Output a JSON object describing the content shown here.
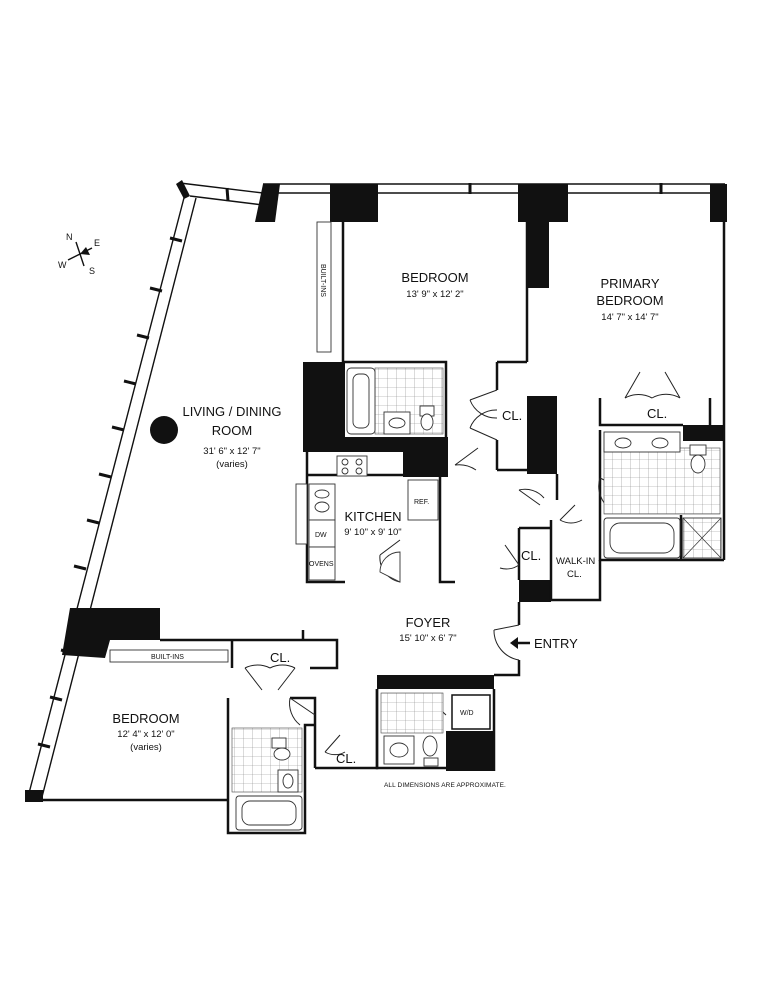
{
  "compass": {
    "n": "N",
    "e": "E",
    "s": "S",
    "w": "W"
  },
  "rooms": {
    "living": {
      "name1": "LIVING / DINING",
      "name2": "ROOM",
      "dims": "31' 6\" x 12' 7\"",
      "note": "(varies)"
    },
    "bedroom_top": {
      "name": "BEDROOM",
      "dims": "13' 9\" x 12' 2\""
    },
    "primary": {
      "name1": "PRIMARY",
      "name2": "BEDROOM",
      "dims": "14' 7\" x 14' 7\""
    },
    "kitchen": {
      "name": "KITCHEN",
      "dims": "9' 10\" x 9' 10\""
    },
    "foyer": {
      "name": "FOYER",
      "dims": "15' 10\" x 6' 7\""
    },
    "bedroom_bottom": {
      "name": "BEDROOM",
      "dims": "12' 4\" x 12' 0\"",
      "note": "(varies)"
    }
  },
  "labels": {
    "built_ins_vertical": "BUILT-INS",
    "built_ins_horizontal": "BUILT-INS",
    "closet": "CL.",
    "walk_in_1": "WALK-IN",
    "walk_in_2": "CL.",
    "entry": "ENTRY",
    "ref": "REF.",
    "dw": "DW",
    "ovens": "OVENS",
    "wd": "W/D",
    "disclaimer": "ALL DIMENSIONS ARE APPROXIMATE."
  }
}
